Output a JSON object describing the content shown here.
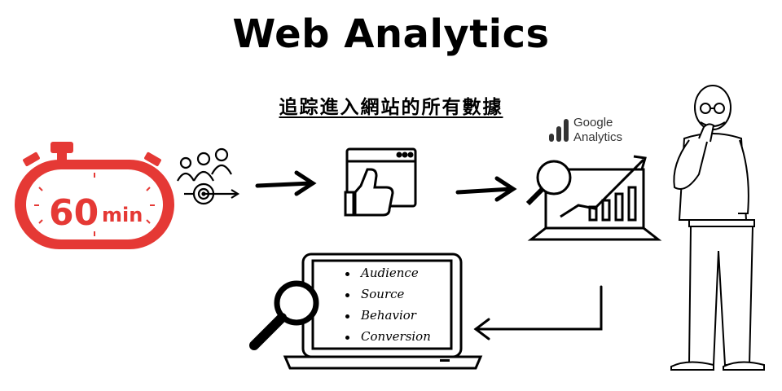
{
  "title": "Web Analytics",
  "subtitle": "追踪進入網站的所有數據",
  "timer": {
    "number": "60",
    "unit": "min",
    "color": "#e53935"
  },
  "google_analytics": {
    "line1": "Google",
    "line2": "Analytics"
  },
  "laptop_list": [
    "Audience",
    "Source",
    "Behavior",
    "Conversion"
  ],
  "icons": [
    "stopwatch-icon",
    "audience-target-icon",
    "thumbs-up-browser-icon",
    "analytics-magnifier-chart-icon",
    "laptop-icon",
    "magnifying-glass-icon",
    "person-illustration"
  ]
}
